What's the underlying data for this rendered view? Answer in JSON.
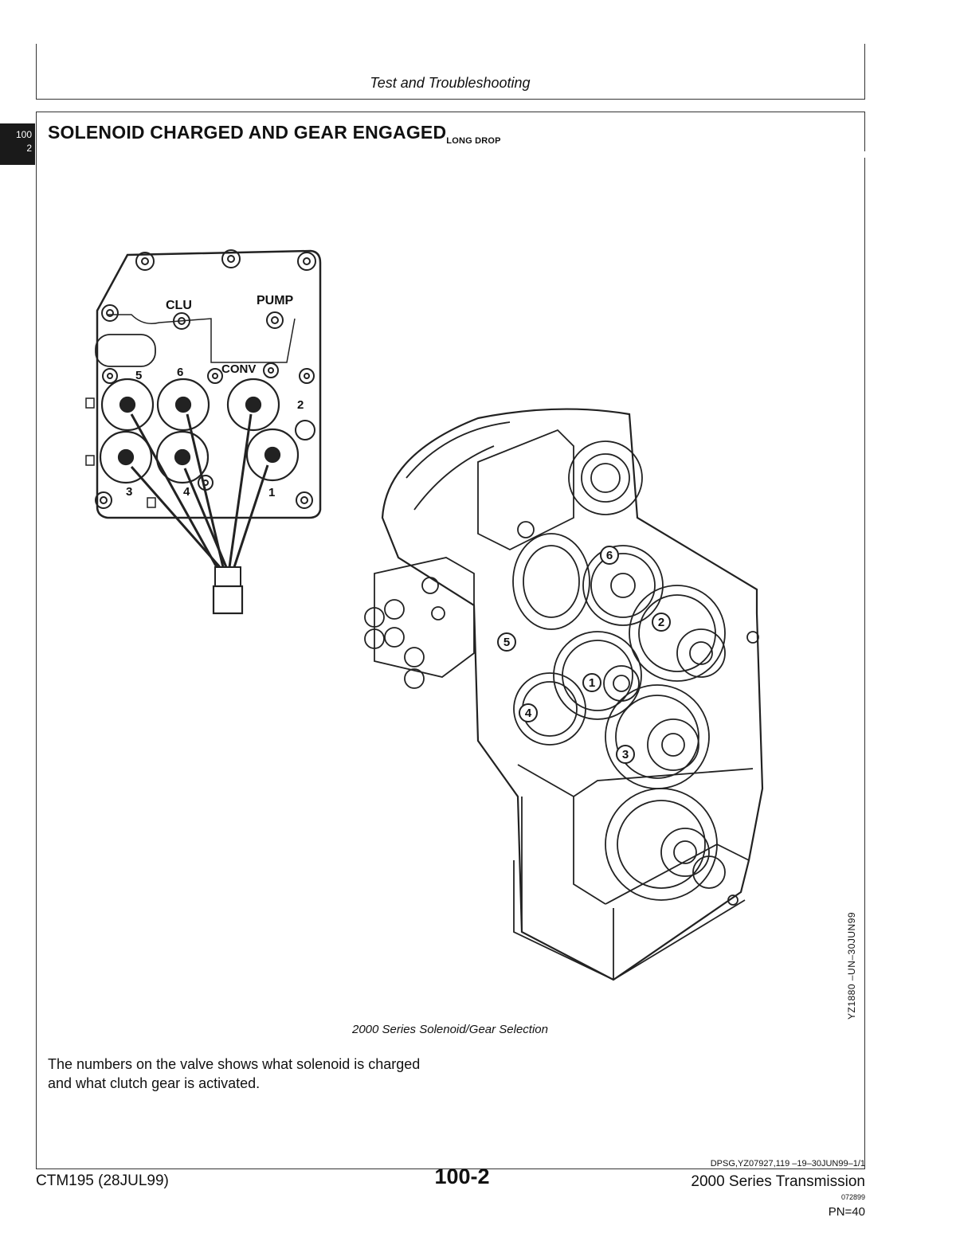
{
  "header": {
    "title": "Test and Troubleshooting"
  },
  "side_tab": {
    "section": "100",
    "page": "2"
  },
  "section": {
    "title": "SOLENOID CHARGED AND GEAR ENGAGED",
    "subscript": "LONG DROP"
  },
  "figure": {
    "valve_labels": [
      "CLU",
      "PUMP",
      "CONV"
    ],
    "valve_numbers": [
      "5",
      "6",
      "2",
      "3",
      "4",
      "1"
    ],
    "gear_callouts": [
      "6",
      "2",
      "5",
      "1",
      "4",
      "3"
    ],
    "side_id": "YZ1880   –UN–30JUN99",
    "caption": "2000 Series Solenoid/Gear Selection"
  },
  "body": {
    "text": "The numbers on the valve shows what solenoid is charged and what clutch gear is activated."
  },
  "footer": {
    "doc_ref": "DPSG,YZ07927,119   –19–30JUN99–1/1",
    "left": "CTM195 (28JUL99)",
    "center": "100-2",
    "right": "2000 Series Transmission",
    "code": "072899",
    "pn": "PN=40"
  }
}
